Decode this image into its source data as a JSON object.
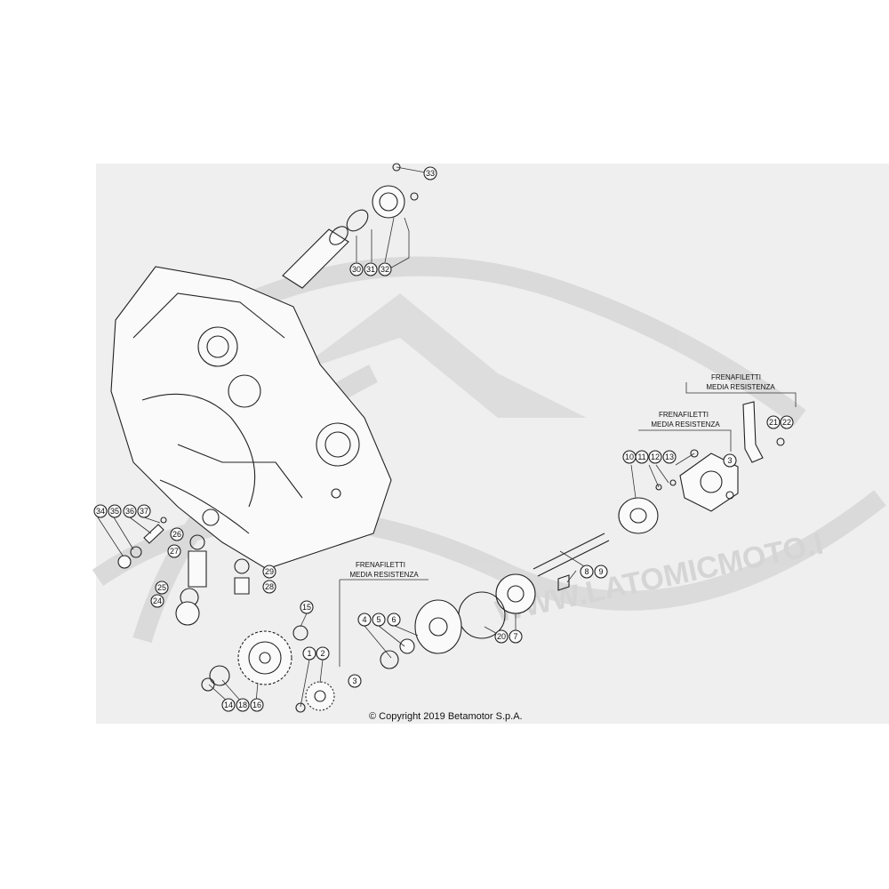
{
  "copyright": "© Copyright 2019 Betamotor S.p.A.",
  "watermark": "WWW.LATOMICMOTO.I",
  "notes": [
    {
      "id": "note-frenafiletti-1",
      "line1": "FRENAFILETTI",
      "line2": "MEDIA RESISTENZA"
    },
    {
      "id": "note-frenafiletti-2",
      "line1": "FRENAFILETTI",
      "line2": "MEDIA RESISTENZA"
    },
    {
      "id": "note-frenafiletti-3",
      "line1": "FRENAFILETTI",
      "line2": "MEDIA RESISTENZA"
    }
  ],
  "callouts": [
    "33",
    "30",
    "31",
    "32",
    "10",
    "11",
    "12",
    "13",
    "3",
    "21",
    "22",
    "34",
    "35",
    "36",
    "37",
    "26",
    "27",
    "29",
    "28",
    "25",
    "24",
    "8",
    "9",
    "15",
    "4",
    "5",
    "6",
    "20",
    "7",
    "1",
    "2",
    "3",
    "14",
    "18",
    "16"
  ]
}
